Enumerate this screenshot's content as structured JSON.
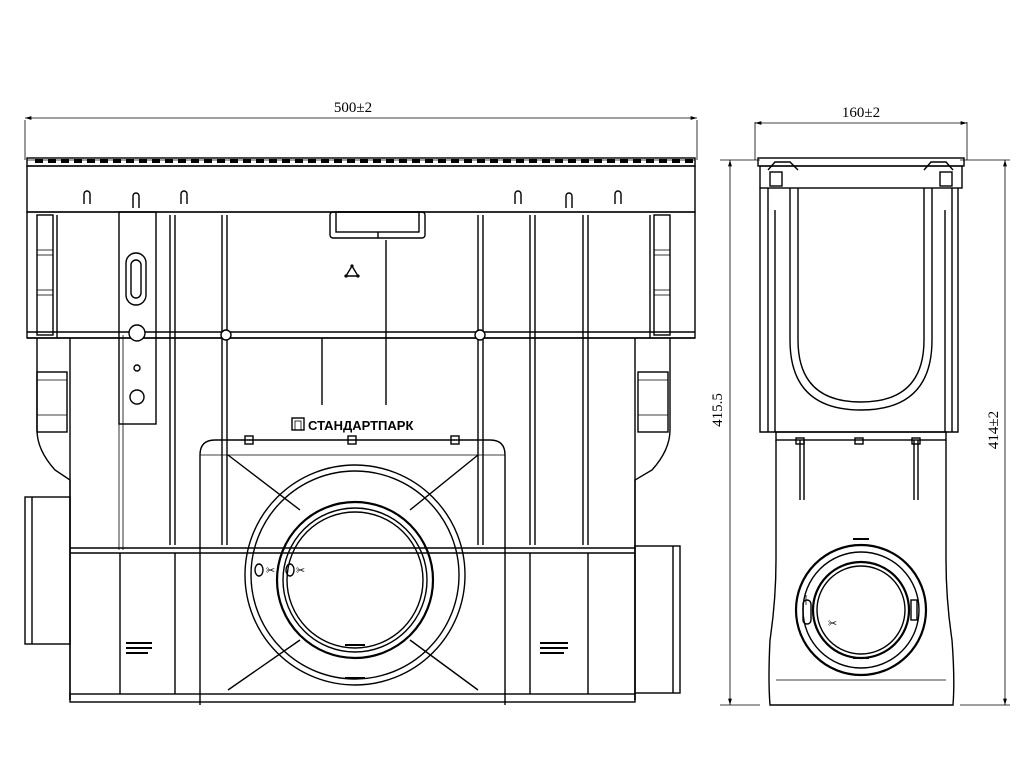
{
  "dimensions": {
    "front_width": "500±2",
    "side_width": "160±2",
    "inner_height": "415.5",
    "outer_height": "414±2"
  },
  "brand": {
    "name": "СТАНДАРТПАРК"
  },
  "icons": [
    "recycle-icon",
    "scissors-icon",
    "brand-logo-icon"
  ]
}
